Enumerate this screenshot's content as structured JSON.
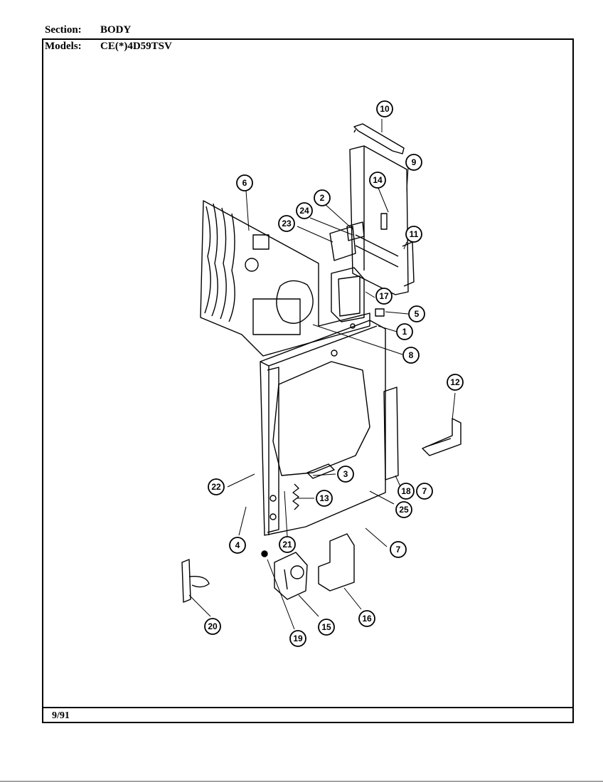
{
  "header": {
    "section_label": "Section:",
    "section_value": "BODY",
    "models_label": "Models:",
    "models_value": "CE(*)4D59TSV"
  },
  "footer": {
    "date": "9/91"
  },
  "callouts": [
    "10",
    "9",
    "14",
    "6",
    "2",
    "24",
    "23",
    "11",
    "17",
    "5",
    "1",
    "8",
    "12",
    "3",
    "22",
    "13",
    "18",
    "7",
    "25",
    "4",
    "21",
    "7",
    "20",
    "19",
    "15",
    "16"
  ]
}
